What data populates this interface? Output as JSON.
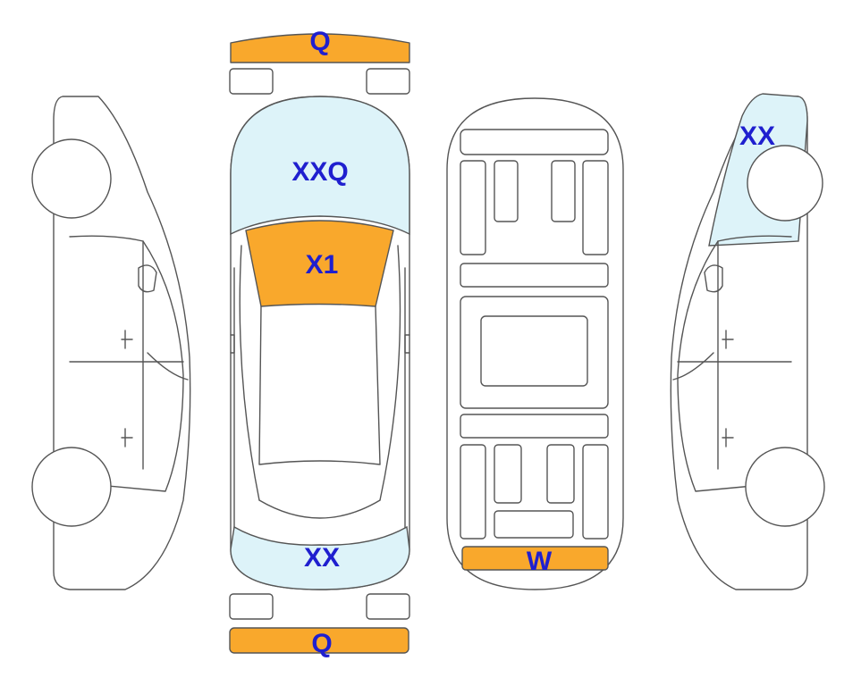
{
  "colors": {
    "damage_orange": "#F9A82C",
    "damage_lightblue": "#DDF3F9",
    "label_text": "#1F1FCF",
    "outline": "#555555"
  },
  "labels": {
    "front_bumper": "Q",
    "rear_bumper": "Q",
    "hood": "XXQ",
    "windshield": "X1",
    "rear_window": "XX",
    "underbody_rear": "W",
    "right_side_front_fender": "XX"
  }
}
